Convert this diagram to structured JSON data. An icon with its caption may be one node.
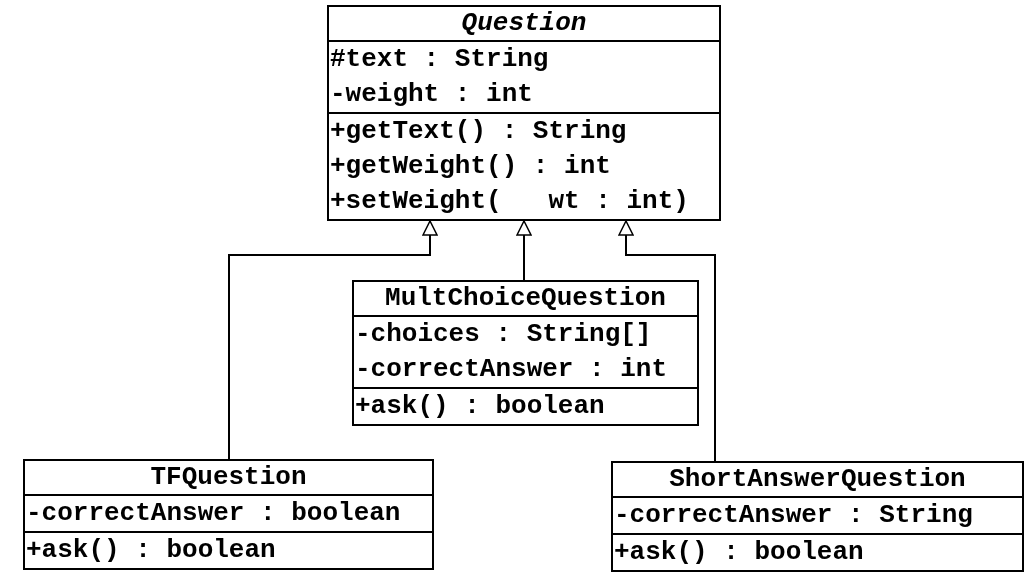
{
  "diagram": {
    "nodes": [
      {
        "text": [
          "Question"
        ]
      },
      {
        "text": [
          "#text : String",
          "-weight : int"
        ],
        "in": 0
      },
      {
        "text": [
          "+getText() : String",
          "+getWeight() : int",
          "+setWeight(   wt : int)"
        ],
        "in": 0
      },
      {
        "text": [
          "MultChoiceQuestion"
        ]
      },
      {
        "text": [
          "-choices : String[]",
          "-correctAnswer : int"
        ],
        "in": 3
      },
      {
        "text": [
          "+ask() : boolean"
        ],
        "in": 3
      },
      {
        "text": [
          "TFQuestion"
        ]
      },
      {
        "text": [
          "-correctAnswer : boolean"
        ],
        "in": 6
      },
      {
        "text": [
          "+ask() : boolean"
        ],
        "in": 6
      },
      {
        "text": [
          "ShortAnswerQuestion"
        ]
      },
      {
        "text": [
          "-correctAnswer : String"
        ],
        "in": 9
      },
      {
        "text": [
          "+ask() : boolean"
        ],
        "in": 9
      }
    ],
    "edges": [
      {
        "from": 6,
        "to": 0,
        "arrow": "to"
      },
      {
        "from": 3,
        "to": 0,
        "arrow": "to"
      },
      {
        "from": 9,
        "to": 0,
        "arrow": "to"
      }
    ]
  }
}
